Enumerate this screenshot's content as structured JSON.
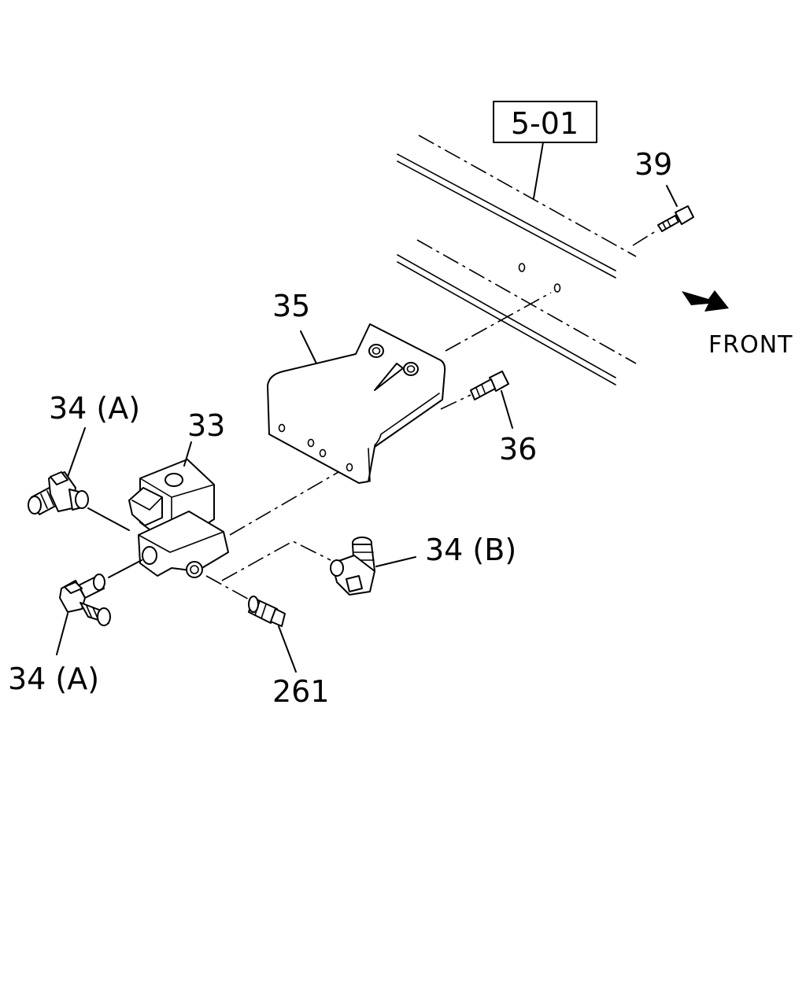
{
  "labels": {
    "ref_box": "5-01",
    "front": "FRONT",
    "part_39": "39",
    "part_35": "35",
    "part_36": "36",
    "part_33": "33",
    "part_34a_top": "34 (A)",
    "part_34a_bottom": "34 (A)",
    "part_34b": "34 (B)",
    "part_261": "261"
  }
}
